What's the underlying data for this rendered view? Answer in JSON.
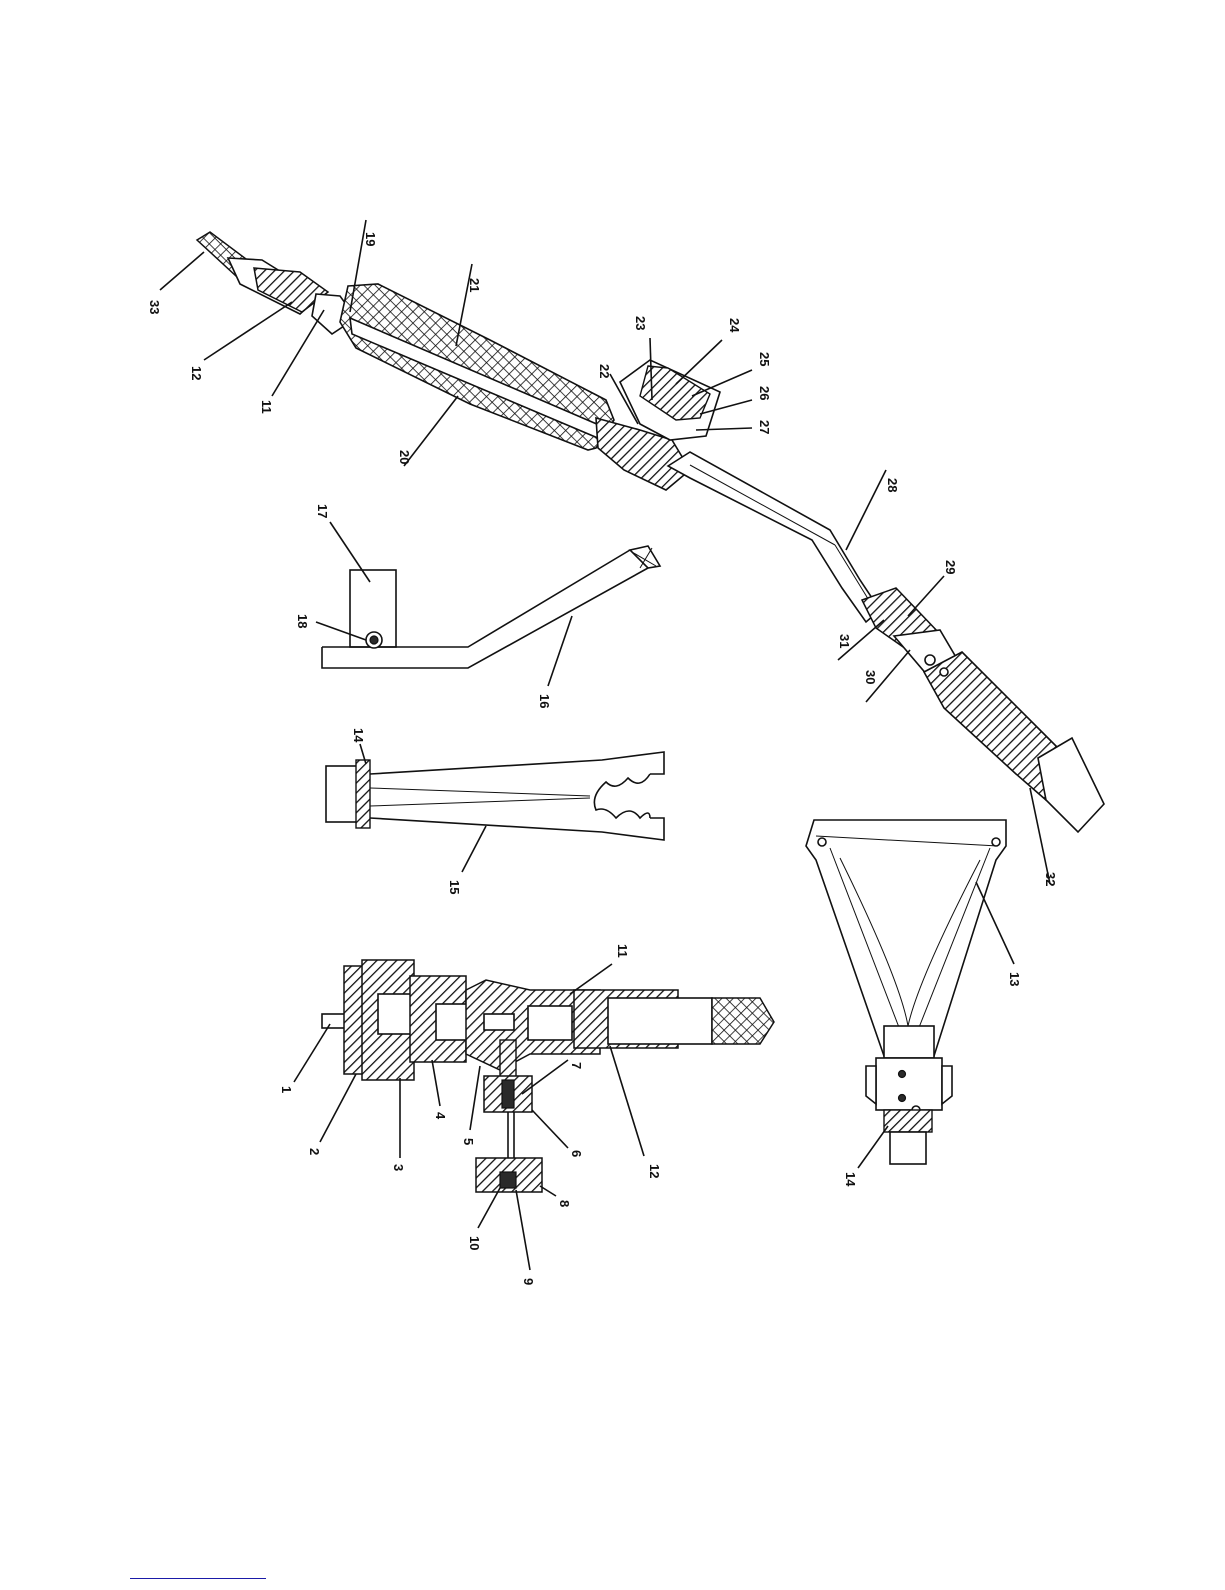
{
  "figure": {
    "type": "exploded technical drawing (rotated 90°)",
    "part_numbers": [
      "1",
      "2",
      "3",
      "4",
      "5",
      "6",
      "7",
      "8",
      "9",
      "10",
      "11",
      "12",
      "13",
      "14",
      "15",
      "16",
      "17",
      "18",
      "19",
      "20",
      "21",
      "22",
      "23",
      "24",
      "25",
      "26",
      "27",
      "28",
      "29",
      "30",
      "31",
      "32",
      "33"
    ]
  },
  "callouts": {
    "main_torch": {
      "c33": "33",
      "c12": "12",
      "c11": "11",
      "c19": "19",
      "c21": "21",
      "c20": "20",
      "c22": "22",
      "c23": "23",
      "c24": "24",
      "c25": "25",
      "c26": "26",
      "c27": "27",
      "c28": "28",
      "c29": "29",
      "c31": "31",
      "c30": "30",
      "c32": "32"
    },
    "stand": {
      "c17": "17",
      "c18": "18",
      "c16": "16"
    },
    "fork": {
      "c14": "14",
      "c15": "15"
    },
    "valve_assembly": {
      "c11": "11",
      "c7": "7",
      "c1": "1",
      "c2": "2",
      "c3": "3",
      "c4": "4",
      "c5": "5",
      "c6": "6",
      "c12": "12",
      "c8": "8",
      "c10": "10",
      "c9": "9"
    },
    "flare_nozzle": {
      "c13": "13",
      "c14": "14"
    }
  },
  "colors": {
    "ink": "#111111",
    "paper": "#ffffff",
    "footnote_rule": "#1a1aa8"
  }
}
